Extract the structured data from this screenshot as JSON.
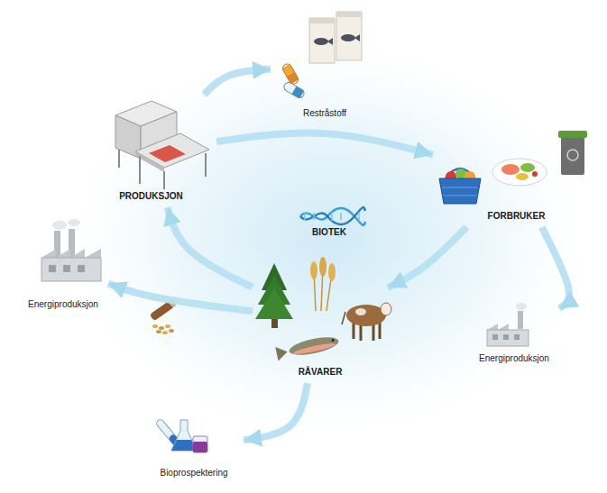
{
  "diagram": {
    "nodes": [
      {
        "text": [
          "Restråstoff"
        ]
      },
      {
        "text": [
          "PRODUKSJON"
        ]
      },
      {
        "text": [
          "BIOTEK"
        ]
      },
      {
        "text": [
          "FORBRUKER"
        ]
      },
      {
        "text": [
          "Energiproduksjon"
        ]
      },
      {
        "text": [
          "RÅVARER"
        ]
      },
      {
        "text": [
          "Energiproduksjon"
        ]
      },
      {
        "text": [
          "Bioprospektering"
        ]
      }
    ],
    "edges": [
      {
        "from": 1,
        "to": 0,
        "arrow": "to"
      },
      {
        "from": 1,
        "to": 3,
        "arrow": "to"
      },
      {
        "from": 3,
        "to": 6,
        "arrow": "to"
      },
      {
        "from": 3,
        "to": 5,
        "arrow": "to"
      },
      {
        "from": 5,
        "to": 1,
        "arrow": "to"
      },
      {
        "from": 5,
        "to": 4,
        "arrow": "to"
      },
      {
        "from": 5,
        "to": 7,
        "arrow": "to"
      }
    ]
  }
}
